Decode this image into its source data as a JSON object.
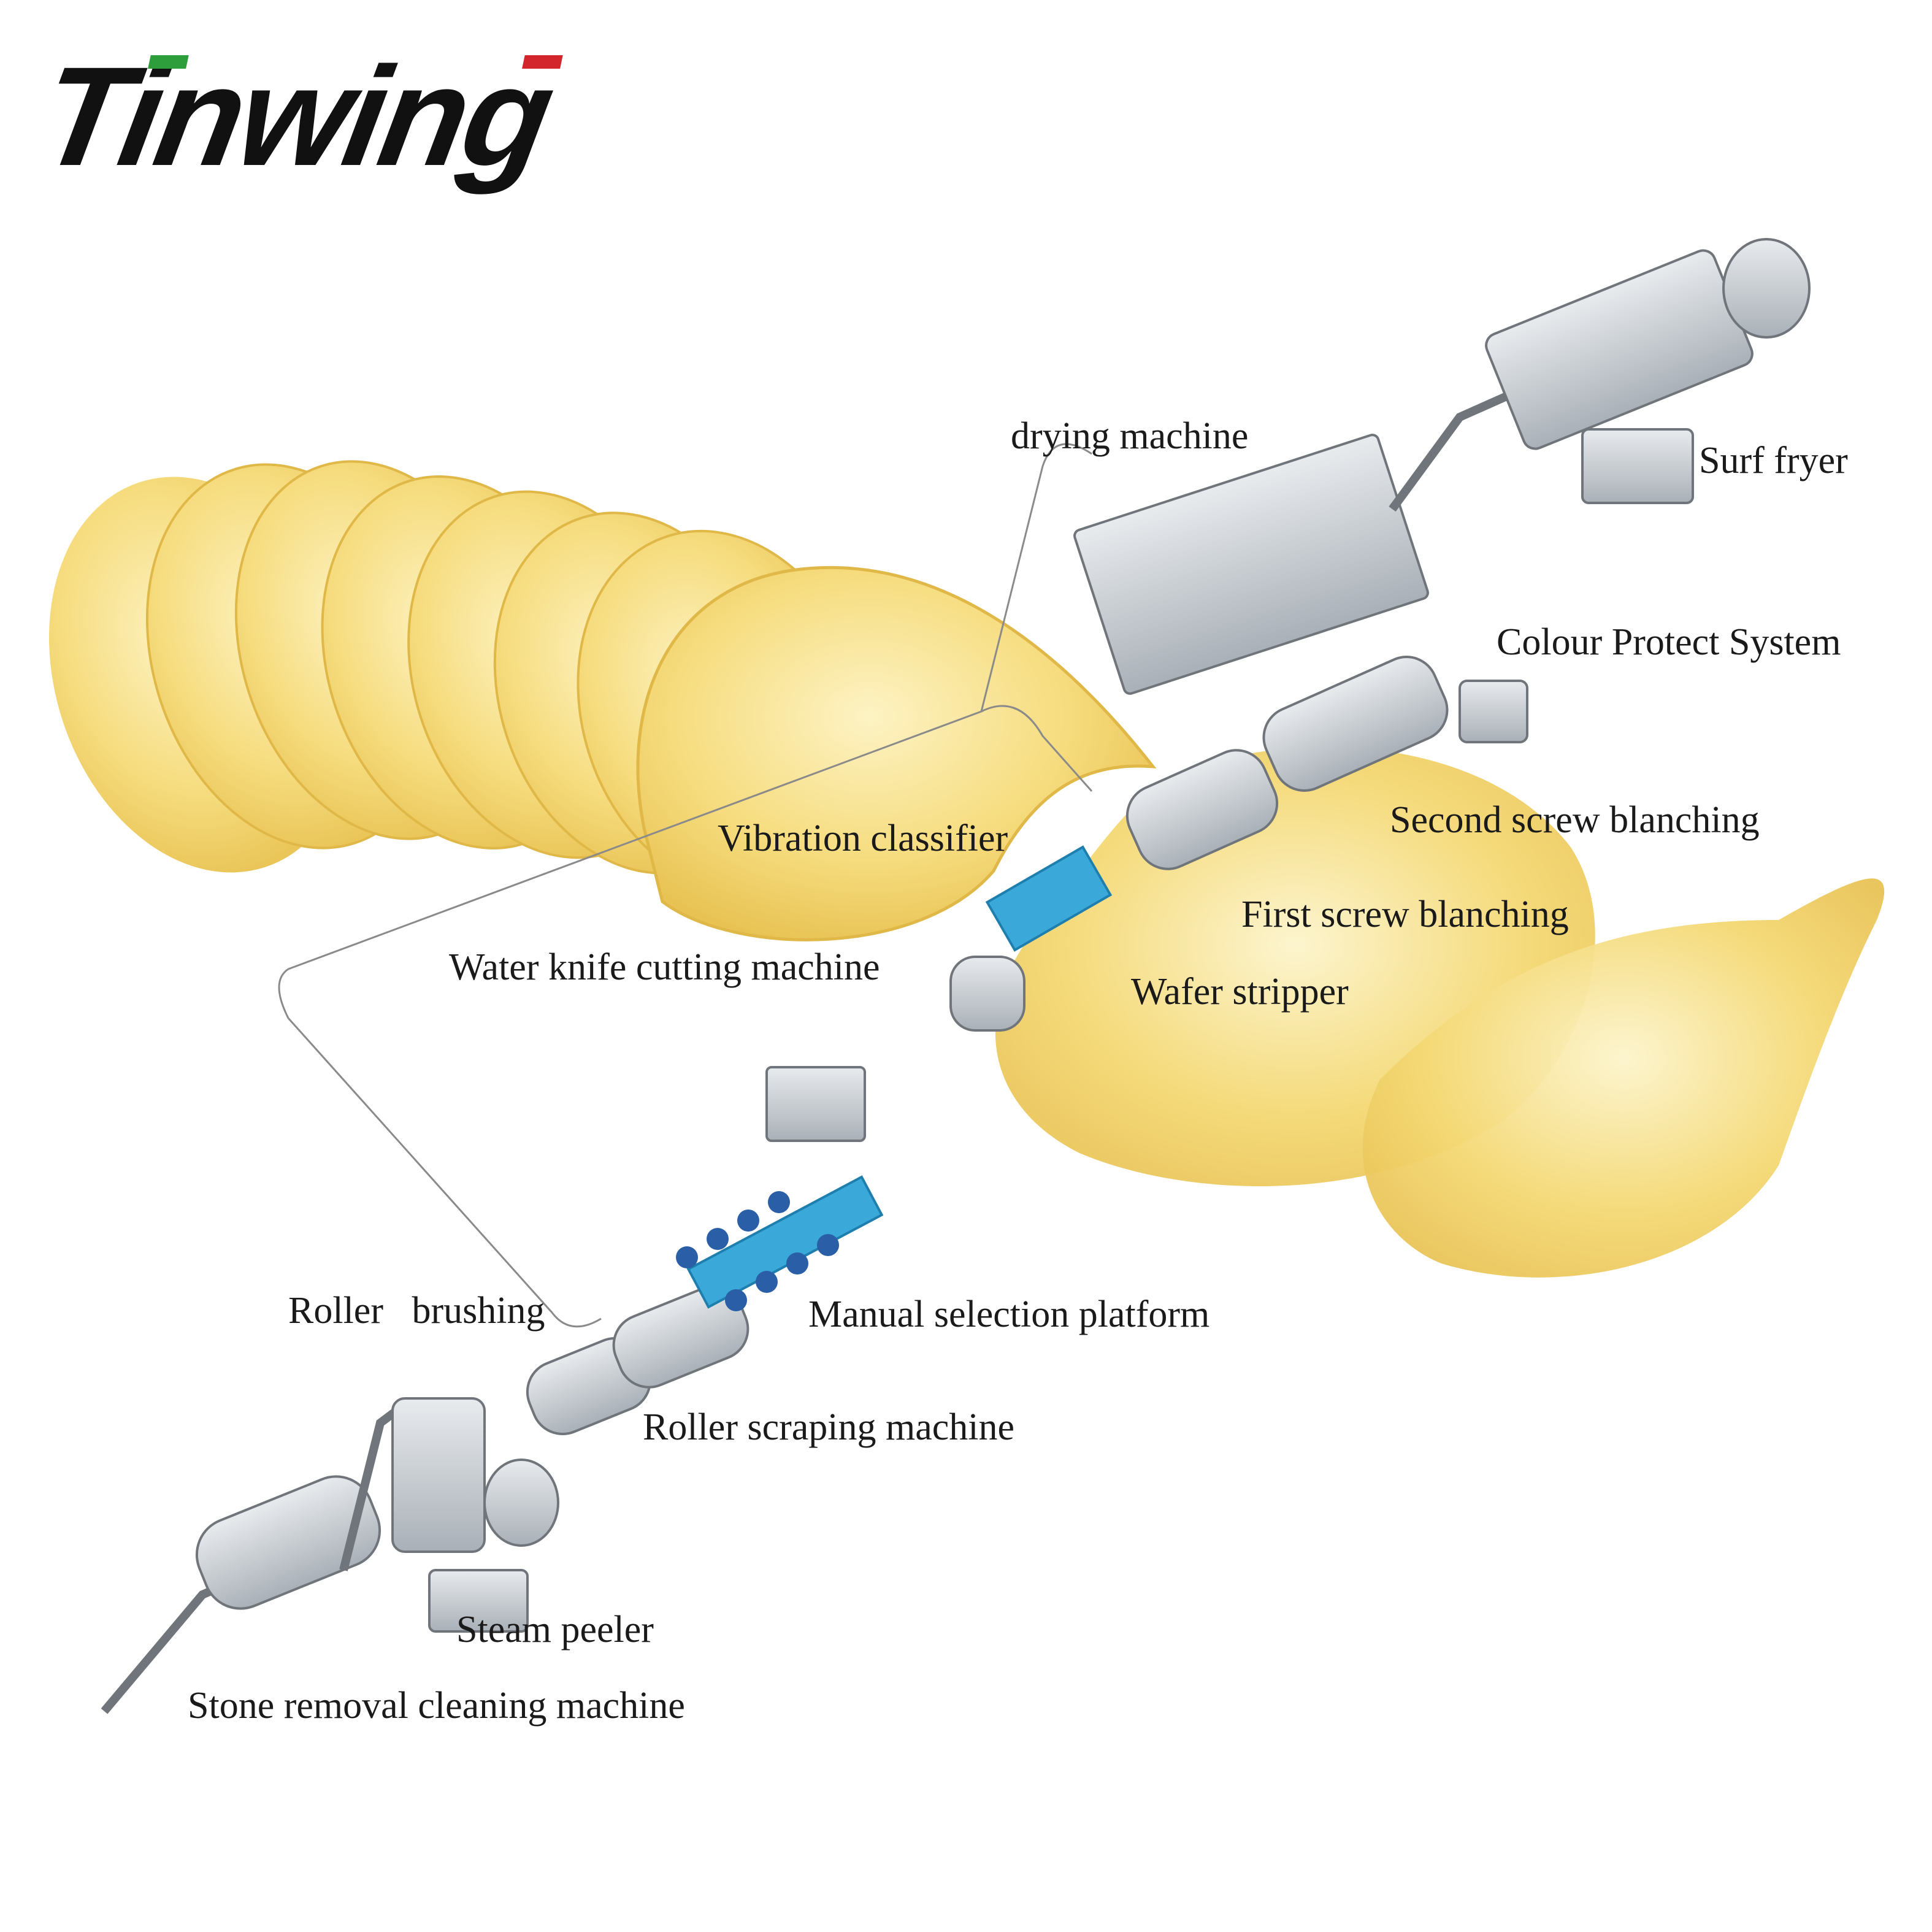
{
  "brand": {
    "name": "Tinwing",
    "accent_green": "#2e9e3c",
    "accent_red": "#d3262c",
    "ink": "#111111"
  },
  "colors": {
    "chip_light": "#fbeeae",
    "chip_mid": "#f4d56e",
    "chip_dark": "#e6bd4a",
    "machine_steel": "#c9ced3",
    "machine_line": "#6f757b",
    "platform_blue": "#3aa8d8",
    "worker_blue": "#2a5fa8"
  },
  "labels": {
    "drying_machine": "drying machine",
    "surf_fryer": "Surf fryer",
    "colour_protect": "Colour Protect System",
    "second_screw": "Second screw blanching",
    "vibration_classifier": "Vibration classifier",
    "first_screw": "First screw blanching",
    "water_knife": "Water knife cutting machine",
    "wafer_stripper": "Wafer stripper",
    "roller_brushing": "Roller   brushing",
    "manual_selection": "Manual selection platform",
    "roller_scraping": "Roller scraping machine",
    "steam_peeler": "Steam peeler",
    "stone_removal": "Stone removal cleaning machine"
  }
}
